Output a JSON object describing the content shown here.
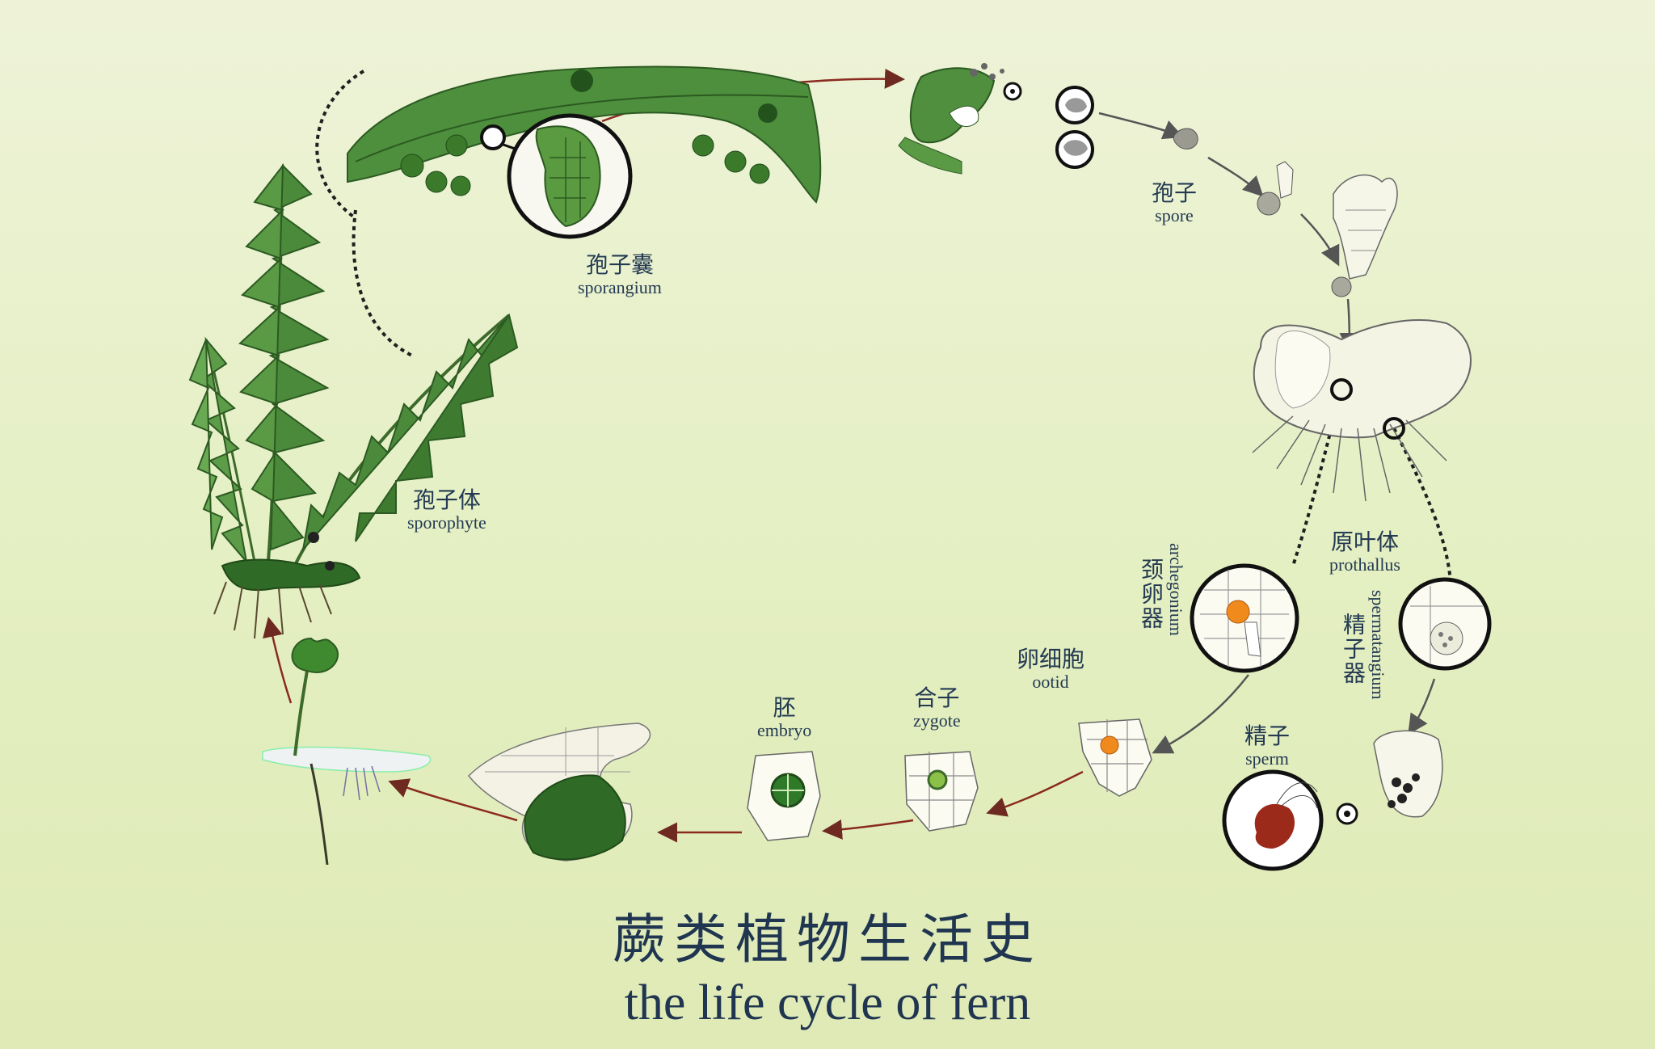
{
  "title": {
    "cn": "蕨类植物生活史",
    "en": "the life cycle of fern"
  },
  "stages": [
    {
      "id": "sporangium",
      "cn": "孢子囊",
      "en": "sporangium"
    },
    {
      "id": "spore",
      "cn": "孢子",
      "en": "spore"
    },
    {
      "id": "prothallus",
      "cn": "原叶体",
      "en": "prothallus"
    },
    {
      "id": "archegonium",
      "cn": "颈卵器",
      "en": "archegonium"
    },
    {
      "id": "spermatangium",
      "cn": "精子器",
      "en": "spermatangium"
    },
    {
      "id": "sperm",
      "cn": "精子",
      "en": "sperm"
    },
    {
      "id": "ootid",
      "cn": "卵细胞",
      "en": "ootid"
    },
    {
      "id": "zygote",
      "cn": "合子",
      "en": "zygote"
    },
    {
      "id": "embryo",
      "cn": "胚",
      "en": "embryo"
    },
    {
      "id": "sporophyte",
      "cn": "孢子体",
      "en": "sporophyte"
    }
  ],
  "colors": {
    "leaf": "#3d7a2f",
    "leaf_dark": "#24521c",
    "cell_fill": "#f7f6ea",
    "egg": "#f08a1c",
    "sperm": "#9c2a1a",
    "arrow": "#8a2a1e",
    "text": "#233a52"
  }
}
